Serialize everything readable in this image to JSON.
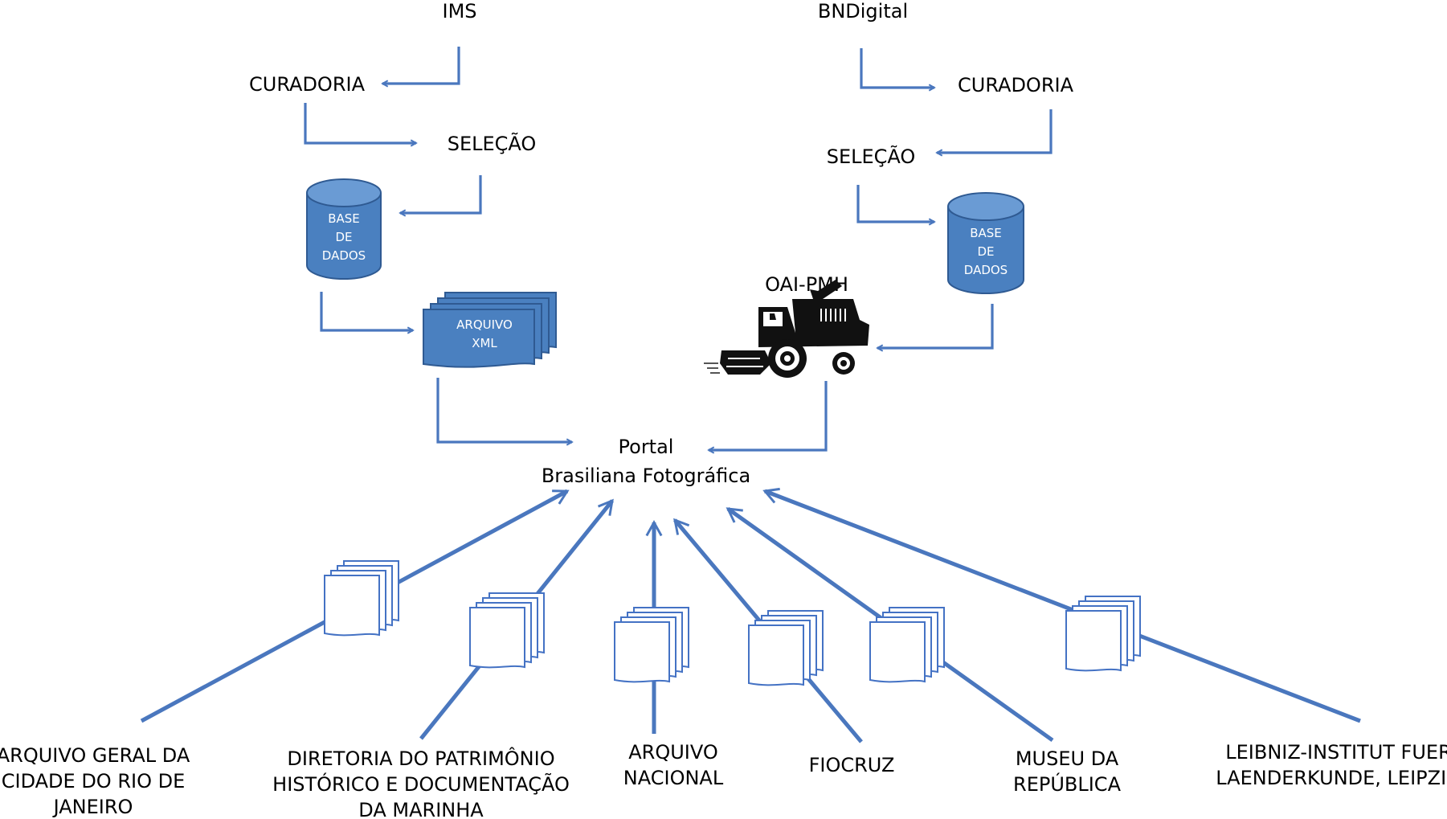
{
  "colors": {
    "arrow": "#4a77be",
    "shape_fill": "#4a80c0",
    "doc_stroke": "#4472c4"
  },
  "nodes": {
    "ims": "IMS",
    "bndigital": "BNDigital",
    "curadoria_left": "CURADORIA",
    "curadoria_right": "CURADORIA",
    "selecao_left": "SELEÇÃO",
    "selecao_right": "SELEÇÃO",
    "base_left": [
      "BASE",
      "DE",
      "DADOS"
    ],
    "base_right": [
      "BASE",
      "DE",
      "DADOS"
    ],
    "arquivo_xml": [
      "ARQUIVO",
      "XML"
    ],
    "oai_pmh": "OAI-PMH",
    "portal": [
      "Portal",
      "Brasiliana Fotográfica"
    ]
  },
  "institutions": [
    [
      "ARQUIVO GERAL DA",
      "CIDADE DO RIO DE",
      "JANEIRO"
    ],
    [
      "DIRETORIA DO PATRIMÔNIO",
      "HISTÓRICO E DOCUMENTAÇÃO",
      "DA MARINHA"
    ],
    [
      "ARQUIVO",
      "NACIONAL"
    ],
    [
      "FIOCRUZ"
    ],
    [
      "MUSEU DA",
      "REPÚBLICA"
    ],
    [
      "LEIBNIZ-INSTITUT FUER",
      "LAENDERKUNDE, LEIPZIG"
    ]
  ],
  "icons": {
    "harvester": "combine-harvester-icon",
    "document": "document-stack-icon",
    "database": "database-cylinder-icon"
  }
}
